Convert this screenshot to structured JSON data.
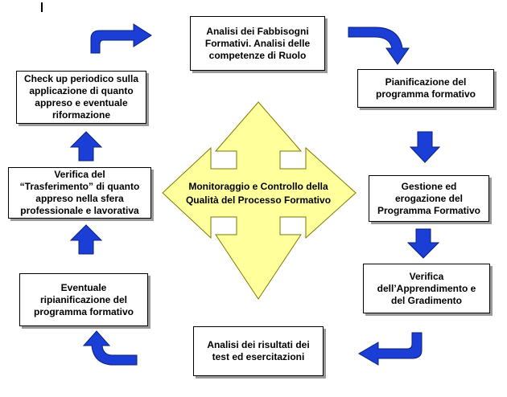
{
  "colors": {
    "arrow_blue": "#1b3fd6",
    "center_yellow": "#ffff9c",
    "box_border": "#000000"
  },
  "center": {
    "label": "Monitoraggio e Controllo della\nQualità del Processo Formativo"
  },
  "steps": [
    {
      "id": "analisi-fabbisogni",
      "label": "Analisi dei Fabbisogni\nFormativi. Analisi delle\ncompetenze di Ruolo"
    },
    {
      "id": "pianificazione",
      "label": "Pianificazione del\nprogramma formativo"
    },
    {
      "id": "gestione-erogazione",
      "label": "Gestione ed\nerogazione del\nProgramma Formativo"
    },
    {
      "id": "verifica-apprendimento",
      "label": "Verifica\ndell’Apprendimento e\ndel Gradimento"
    },
    {
      "id": "analisi-risultati",
      "label": "Analisi dei risultati dei\ntest ed esercitazioni"
    },
    {
      "id": "eventuale-ripianificazione",
      "label": "Eventuale\nripianificazione del\nprogramma formativo"
    },
    {
      "id": "verifica-trasferimento",
      "label": "Verifica del\n“Trasferimento” di quanto\nappreso nella sfera\nprofessionale e lavorativa"
    },
    {
      "id": "check-up",
      "label": "Check up periodico sulla\napplicazione di quanto\nappreso e eventuale\nriformazione"
    }
  ]
}
